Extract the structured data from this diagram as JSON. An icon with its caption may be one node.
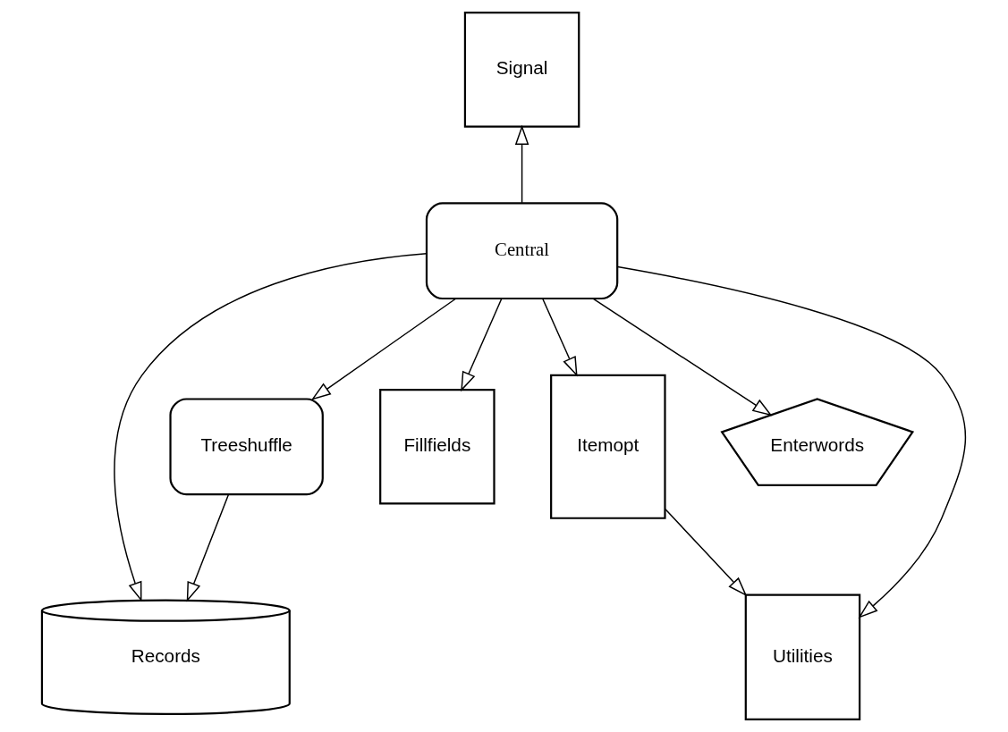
{
  "diagram": {
    "nodes": [
      {
        "text": [
          "Signal"
        ]
      },
      {
        "text": [
          "Central"
        ]
      },
      {
        "text": [
          "Treeshuffle"
        ]
      },
      {
        "text": [
          "Itemopt"
        ]
      },
      {
        "text": [
          "Fillfields"
        ]
      },
      {
        "text": [
          "Records"
        ]
      },
      {
        "text": [
          "Enterwords"
        ]
      },
      {
        "text": [
          "Utilities"
        ]
      }
    ],
    "edges": [
      {
        "from": 1,
        "to": 0,
        "arrow": "to"
      },
      {
        "from": 1,
        "to": 2,
        "arrow": "to"
      },
      {
        "from": 1,
        "to": 3,
        "arrow": "to"
      },
      {
        "from": 1,
        "to": 6,
        "arrow": "to"
      },
      {
        "from": 1,
        "to": 4,
        "arrow": "to"
      },
      {
        "from": 1,
        "to": 7,
        "arrow": "to"
      },
      {
        "from": 1,
        "to": 5,
        "arrow": "to"
      },
      {
        "from": 2,
        "to": 5,
        "arrow": "to"
      },
      {
        "from": 3,
        "to": 7,
        "arrow": "to"
      }
    ]
  }
}
